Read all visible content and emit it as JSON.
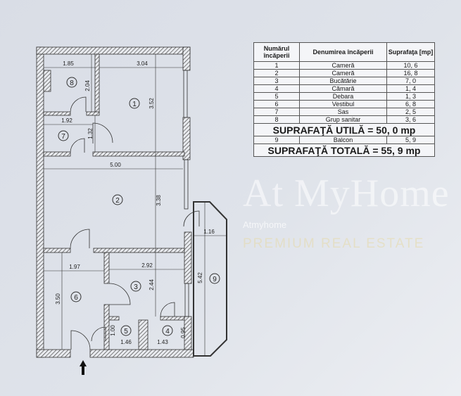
{
  "table": {
    "headers": [
      "Numărul încăperii",
      "Denumirea încăperii",
      "Suprafaţa [mp]"
    ],
    "rows": [
      {
        "nr": "1",
        "name": "Cameră",
        "area": "10, 6"
      },
      {
        "nr": "2",
        "name": "Cameră",
        "area": "16, 8"
      },
      {
        "nr": "3",
        "name": "Bucătărie",
        "area": "7, 0"
      },
      {
        "nr": "4",
        "name": "Cămară",
        "area": "1, 4"
      },
      {
        "nr": "5",
        "name": "Debara",
        "area": "1, 3"
      },
      {
        "nr": "6",
        "name": "Vestibul",
        "area": "6, 8"
      },
      {
        "nr": "7",
        "name": "Sas",
        "area": "2, 5"
      },
      {
        "nr": "8",
        "name": "Grup sanitar",
        "area": "3, 6"
      }
    ],
    "useful_area": "SUPRAFAŢĂ  UTILĂ = 50, 0 mp",
    "balcony": {
      "nr": "9",
      "name": "Balcon",
      "area": "5, 9"
    },
    "total_area": "SUPRAFAŢĂ  TOTALĂ = 55, 9 mp"
  },
  "plan": {
    "room_numbers": [
      "1",
      "2",
      "3",
      "4",
      "5",
      "6",
      "7",
      "8",
      "9"
    ],
    "dimensions": {
      "d185": "1.85",
      "d304": "3.04",
      "d204": "2.04",
      "d352": "3.52",
      "d192": "1.92",
      "d132": "1.32",
      "d500": "5.00",
      "d338": "3.38",
      "d116": "1.16",
      "d197": "1.97",
      "d292": "2.92",
      "d244": "2.44",
      "d350": "3.50",
      "d542": "5.42",
      "d100": "1.00",
      "d146": "1.46",
      "d143": "1.43",
      "d095": "0.95"
    },
    "entrance_icon": "arrow-up-icon"
  },
  "watermark": {
    "logo": "At MyHome",
    "small": "Atmyhome",
    "tagline": "PREMIUM REAL ESTATE"
  },
  "colors": {
    "wall": "#3a3a3a",
    "background": "#dcdfe7",
    "watermark_gold": "#e6d9a8"
  }
}
